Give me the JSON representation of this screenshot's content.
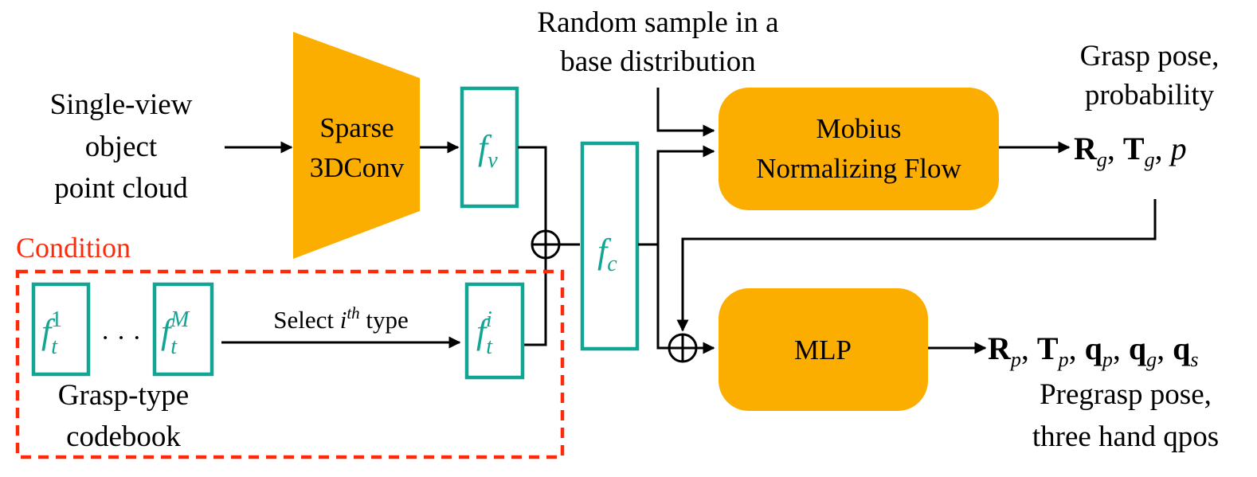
{
  "inputs": {
    "point_cloud": [
      "Single-view",
      "object",
      "point cloud"
    ]
  },
  "encoder": {
    "label": [
      "Sparse",
      "3DConv"
    ]
  },
  "features": {
    "fv": {
      "base": "f",
      "sub": "v"
    },
    "fc": {
      "base": "f",
      "sub": "c"
    },
    "ft1": {
      "base": "f",
      "sub": "t",
      "sup": "1"
    },
    "ftM": {
      "base": "f",
      "sub": "t",
      "sup": "M"
    },
    "fti": {
      "base": "f",
      "sub": "t",
      "sup": "i"
    },
    "ellipsis": "· · ·"
  },
  "condition": {
    "title": "Condition",
    "codebook_label": [
      "Grasp-type",
      "codebook"
    ],
    "select_label": {
      "pre": "Select ",
      "var": "i",
      "sup": "th",
      "post": " type"
    }
  },
  "random_sample": [
    "Random sample in a",
    "base distribution"
  ],
  "flow": {
    "label": [
      "Mobius",
      "Normalizing Flow"
    ]
  },
  "mlp": {
    "label": "MLP"
  },
  "outputs": {
    "grasp_caption": [
      "Grasp pose,",
      "probability"
    ],
    "pregrasp_caption": [
      "Pregrasp pose,",
      "three hand qpos"
    ]
  },
  "colors": {
    "orange": "#fcae00",
    "teal": "#13a594",
    "condition_red": "#ff2a0a"
  }
}
